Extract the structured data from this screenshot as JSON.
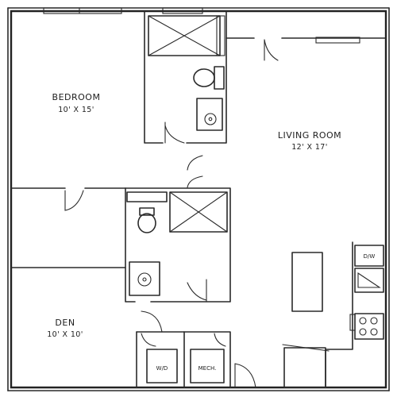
{
  "rooms": {
    "bedroom": {
      "name": "BEDROOM",
      "dims": "10' X 15'"
    },
    "living": {
      "name": "LIVING ROOM",
      "dims": "12' X 17'"
    },
    "den": {
      "name": "DEN",
      "dims": "10' X 10'"
    }
  },
  "fixtures": {
    "dishwasher": "D/W",
    "washer_dryer": "W/D",
    "mechanical": "MECH."
  }
}
